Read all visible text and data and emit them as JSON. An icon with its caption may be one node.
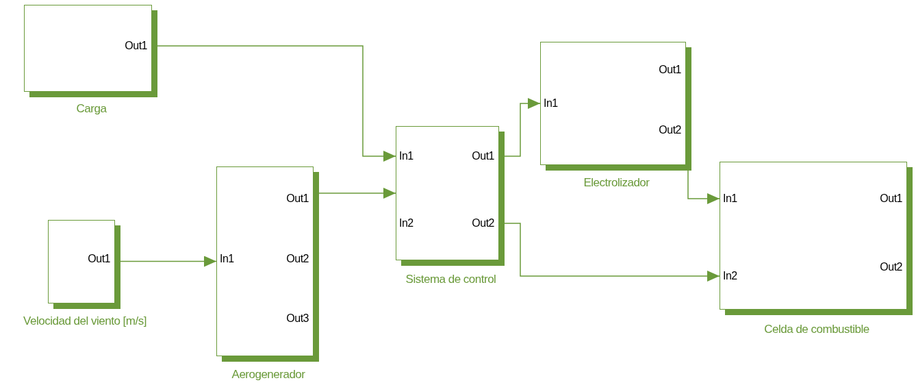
{
  "diagram": {
    "nodes": [
      {
        "text": [
          "Out1",
          "Carga"
        ]
      },
      {
        "text": [
          "Out1",
          "Velocidad del viento [m/s]"
        ]
      },
      {
        "text": [
          "Out1",
          "In1",
          "Out2",
          "Out3",
          "Aerogenerador"
        ]
      },
      {
        "text": [
          "In1",
          "Out1",
          "In2",
          "Out2",
          "Sistema de control"
        ]
      },
      {
        "text": [
          "Out1",
          "In1",
          "Out2",
          "Electrolizador"
        ]
      },
      {
        "text": [
          "In1",
          "Out1",
          "Out2",
          "In2",
          "Celda de combustible"
        ]
      }
    ],
    "edges": [
      {
        "from": 0,
        "to": 3,
        "arrow": "to"
      },
      {
        "from": 1,
        "to": 2,
        "arrow": "to"
      },
      {
        "from": 2,
        "to": 3,
        "arrow": "to"
      },
      {
        "from": 3,
        "to": 4,
        "arrow": "to"
      },
      {
        "from": 3,
        "to": 5,
        "arrow": "to"
      },
      {
        "from": 4,
        "to": 5,
        "arrow": "to"
      }
    ]
  }
}
